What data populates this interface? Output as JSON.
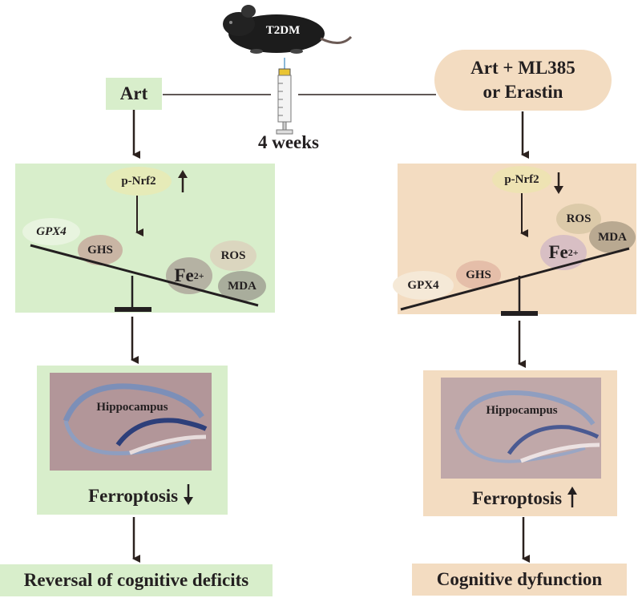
{
  "top": {
    "mouse_label": "T2DM",
    "duration": "4 weeks"
  },
  "left": {
    "treatment": "Art",
    "nrf2": "p-Nrf2",
    "gpx4": "GPX4",
    "ghs": "GHS",
    "fe": "Fe",
    "fe_sup": "2+",
    "ros": "ROS",
    "mda": "MDA",
    "tissue": "Hippocampus",
    "ferroptosis": "Ferroptosis",
    "outcome": "Reversal of cognitive deficits"
  },
  "right": {
    "treatment_line1": "Art + ML385",
    "treatment_line2": "or Erastin",
    "nrf2": "p-Nrf2",
    "gpx4": "GPX4",
    "ghs": "GHS",
    "fe": "Fe",
    "fe_sup": "2+",
    "ros": "ROS",
    "mda": "MDA",
    "tissue": "Hippocampus",
    "ferroptosis": "Ferroptosis",
    "outcome": "Cognitive dyfunction"
  },
  "colors": {
    "green_panel": "#d8eecb",
    "tan_panel": "#f3dcc1",
    "arrow": "#2b211e"
  }
}
